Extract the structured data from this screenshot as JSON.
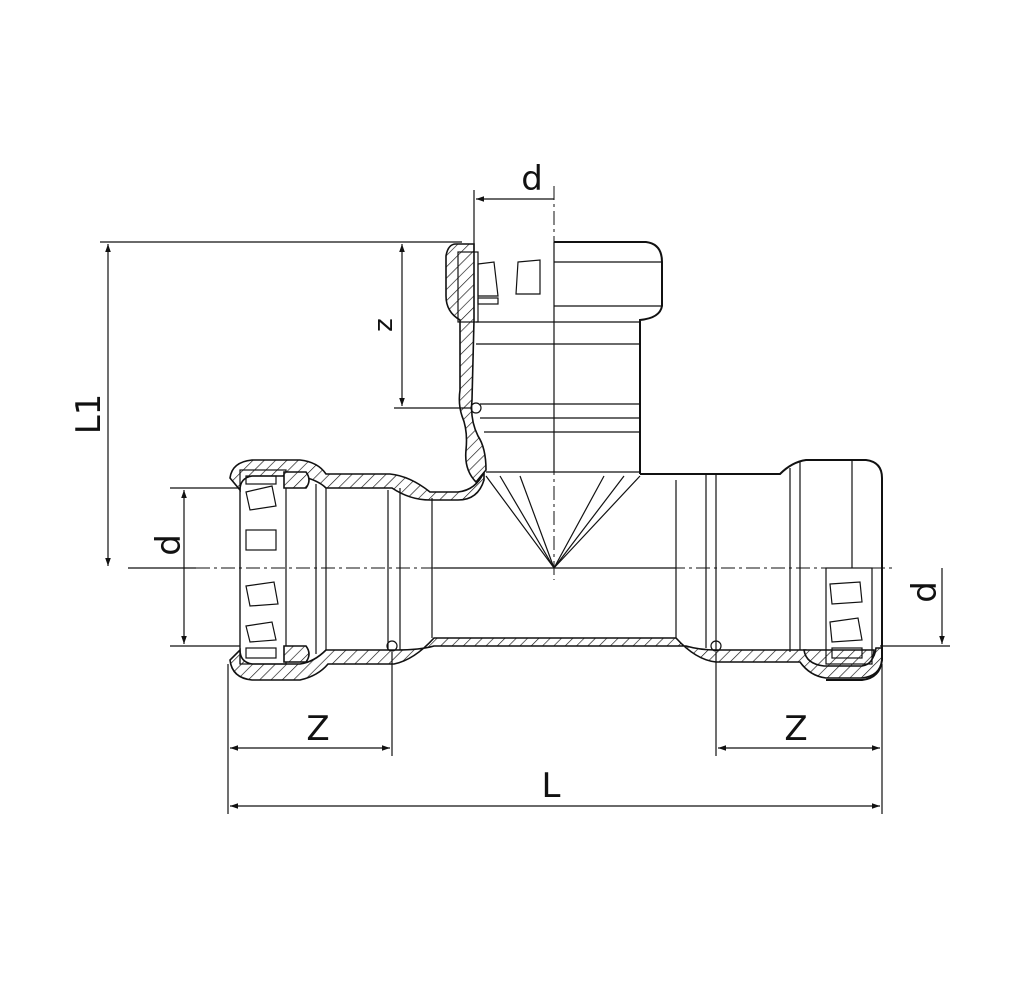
{
  "drawing": {
    "subject": "Tee fitting",
    "line_color": "#111111",
    "background": "#ffffff",
    "dimensions": {
      "branch_diameter": "d",
      "branch_depth": "z",
      "overall_height": "L1",
      "left_diameter": "d",
      "right_diameter": "d",
      "left_depth": "Z",
      "right_depth": "Z",
      "overall_length": "L"
    }
  }
}
